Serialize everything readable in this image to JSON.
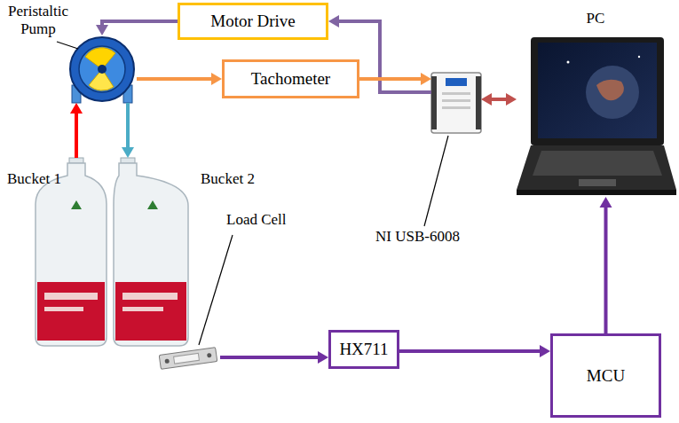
{
  "diagram": {
    "nodes": [
      {
        "text": [
          "Peristaltic Pump"
        ]
      },
      {
        "text": [
          "Motor Drive"
        ]
      },
      {
        "text": [
          "PC"
        ]
      },
      {
        "text": [
          "Tachometer"
        ]
      },
      {
        "text": [
          "NI USB-6008"
        ]
      },
      {
        "text": [
          "Bucket 1"
        ]
      },
      {
        "text": [
          "Bucket 2"
        ]
      },
      {
        "text": [
          "Load Cell"
        ]
      },
      {
        "text": [
          "HX711"
        ]
      },
      {
        "text": [
          "MCU"
        ]
      }
    ],
    "edges": [
      {
        "from": 4,
        "to": 1,
        "arrow": "to"
      },
      {
        "from": 1,
        "to": 0,
        "arrow": "to"
      },
      {
        "from": 0,
        "to": 3,
        "arrow": "to"
      },
      {
        "from": 3,
        "to": 4,
        "arrow": "to"
      },
      {
        "from": 4,
        "to": 2,
        "arrow": "both"
      },
      {
        "from": 5,
        "to": 0,
        "arrow": "to"
      },
      {
        "from": 0,
        "to": 6,
        "arrow": "to"
      },
      {
        "from": 7,
        "to": 8,
        "arrow": "to"
      },
      {
        "from": 8,
        "to": 9,
        "arrow": "to"
      },
      {
        "from": 9,
        "to": 2,
        "arrow": "to"
      }
    ]
  }
}
